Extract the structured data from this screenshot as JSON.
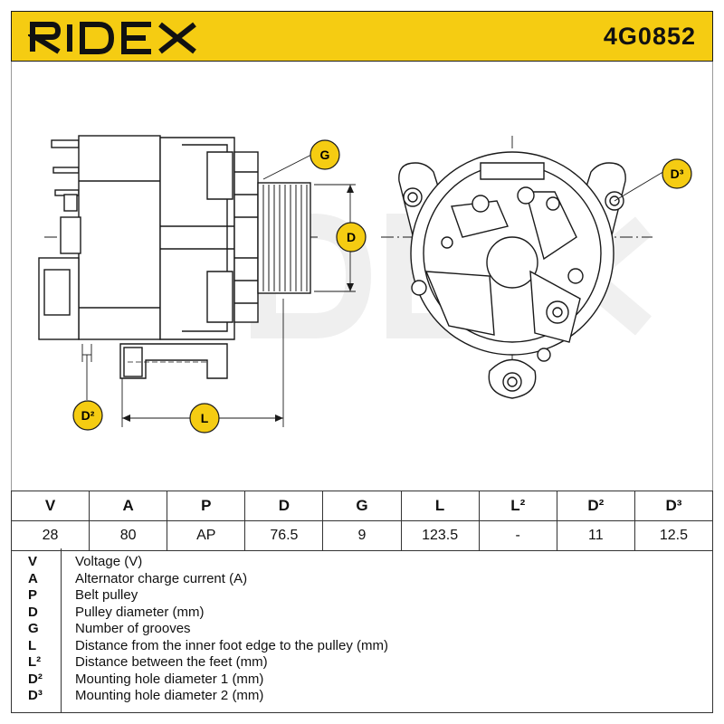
{
  "brand": {
    "logo_text": "RIDEX",
    "part_number": "4G0852"
  },
  "colors": {
    "accent": "#f5cc12",
    "line": "#1a1a1a"
  },
  "callouts": {
    "g": "G",
    "d": "D",
    "d3": "D³",
    "d2": "D²",
    "l": "L"
  },
  "spec_table": {
    "headers": [
      "V",
      "A",
      "P",
      "D",
      "G",
      "L",
      "L²",
      "D²",
      "D³"
    ],
    "values": [
      "28",
      "80",
      "AP",
      "76.5",
      "9",
      "123.5",
      "-",
      "11",
      "12.5"
    ]
  },
  "legend": [
    {
      "key": "V",
      "desc": "Voltage (V)"
    },
    {
      "key": "A",
      "desc": "Alternator charge current (A)"
    },
    {
      "key": "P",
      "desc": "Belt pulley"
    },
    {
      "key": "D",
      "desc": "Pulley diameter (mm)"
    },
    {
      "key": "G",
      "desc": "Number of grooves"
    },
    {
      "key": "L",
      "desc": "Distance from the inner foot edge to the pulley (mm)"
    },
    {
      "key": "L²",
      "desc": "Distance between the feet (mm)"
    },
    {
      "key": "D²",
      "desc": "Mounting hole diameter 1 (mm)"
    },
    {
      "key": "D³",
      "desc": "Mounting hole diameter 2 (mm)"
    }
  ]
}
